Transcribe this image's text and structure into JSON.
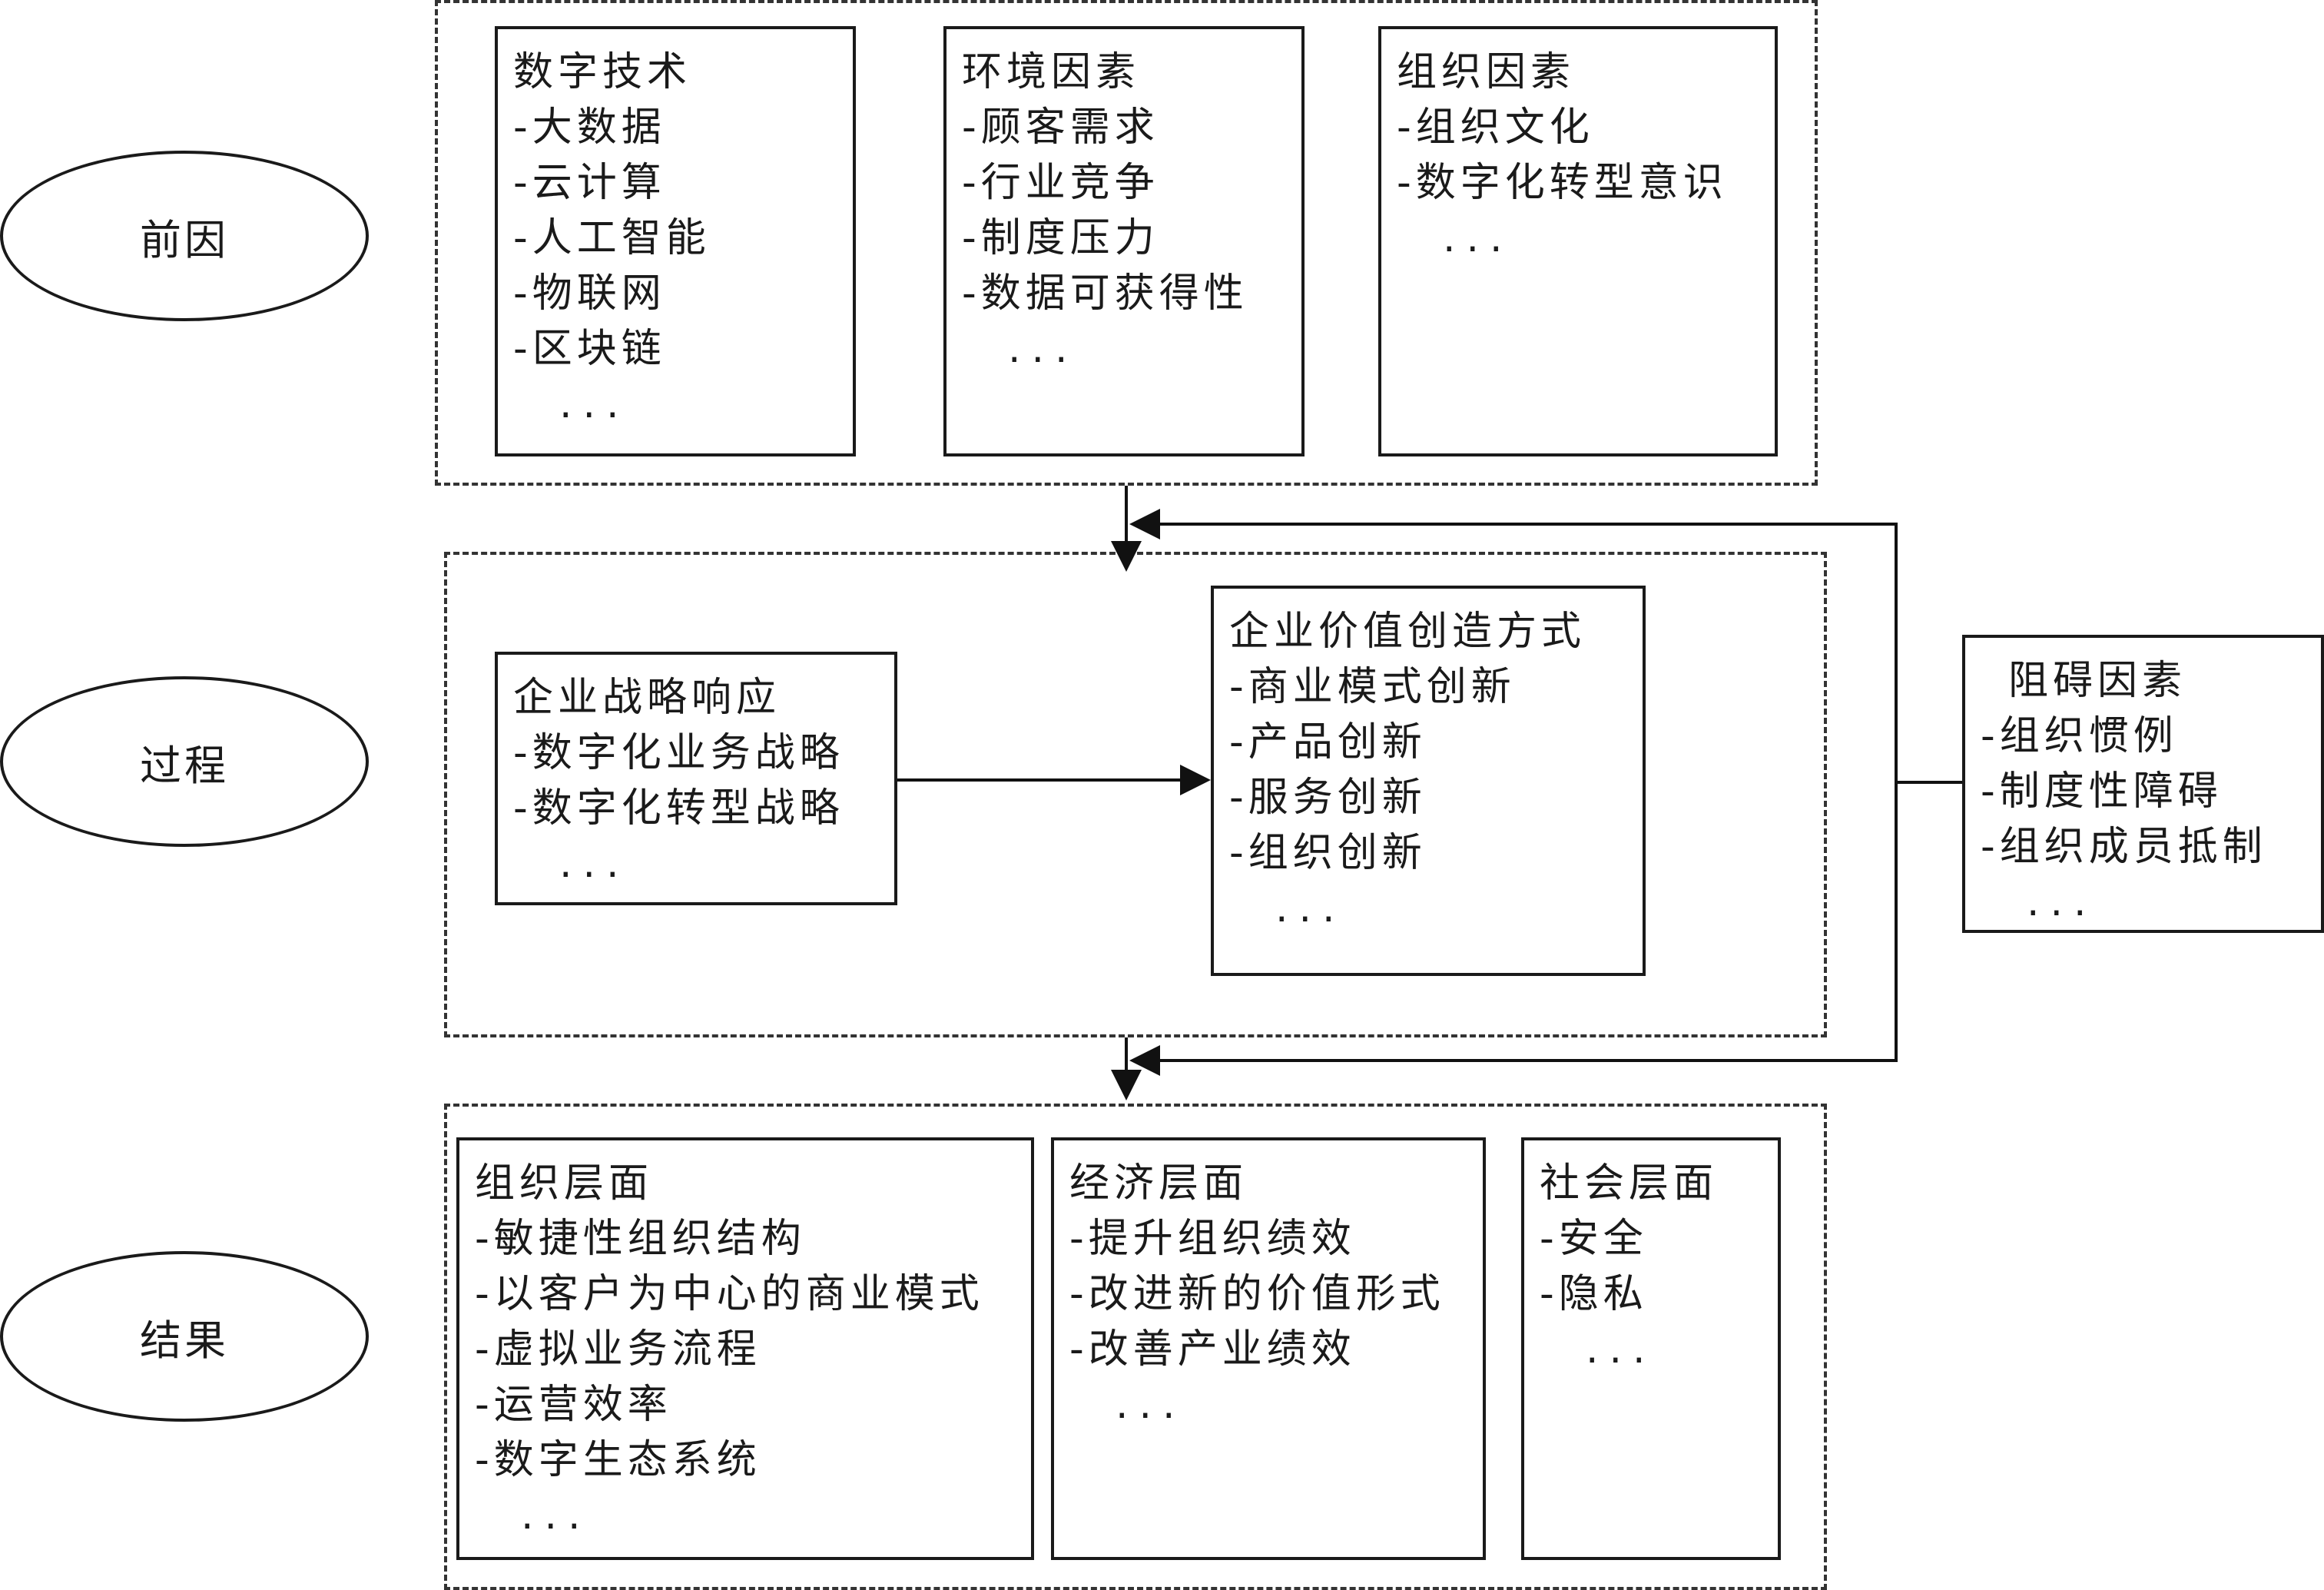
{
  "stages": {
    "antecedent": "前因",
    "process": "过程",
    "outcome": "结果"
  },
  "antecedent_boxes": [
    {
      "title": "数字技术",
      "items": [
        "-大数据",
        "-云计算",
        "-人工智能",
        "-物联网",
        "-区块链"
      ],
      "more": "..."
    },
    {
      "title": "环境因素",
      "items": [
        "-顾客需求",
        "-行业竞争",
        "-制度压力",
        "-数据可获得性"
      ],
      "more": "..."
    },
    {
      "title": "组织因素",
      "items": [
        "-组织文化",
        "-数字化转型意识"
      ],
      "more": "..."
    }
  ],
  "process_boxes": [
    {
      "title": "企业战略响应",
      "items": [
        "-数字化业务战略",
        "-数字化转型战略"
      ],
      "more": "..."
    },
    {
      "title": "企业价值创造方式",
      "items": [
        "-商业模式创新",
        "-产品创新",
        "-服务创新",
        "-组织创新"
      ],
      "more": "..."
    }
  ],
  "barrier_box": {
    "title": "阻碍因素",
    "items": [
      "-组织惯例",
      "-制度性障碍",
      "-组织成员抵制"
    ],
    "more": "..."
  },
  "outcome_boxes": [
    {
      "title": "组织层面",
      "items": [
        "-敏捷性组织结构",
        "-以客户为中心的商业模式",
        "-虚拟业务流程",
        "-运营效率",
        "-数字生态系统"
      ],
      "more": "..."
    },
    {
      "title": "经济层面",
      "items": [
        "-提升组织绩效",
        "-改进新的价值形式",
        "-改善产业绩效"
      ],
      "more": "..."
    },
    {
      "title": "社会层面",
      "items": [
        "-安全",
        "-隐私"
      ],
      "more": "..."
    }
  ]
}
